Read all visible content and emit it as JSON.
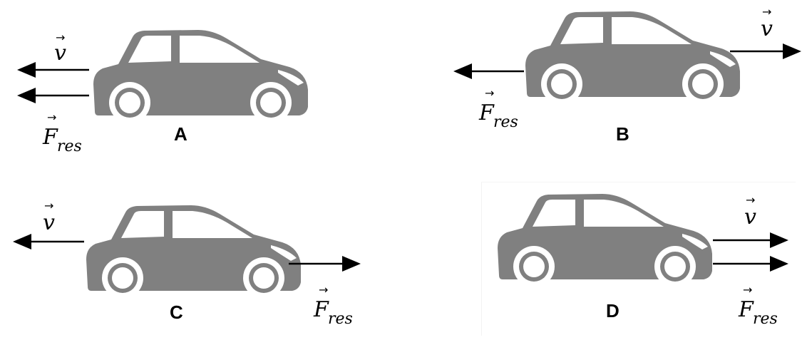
{
  "symbols": {
    "velocity": "v",
    "force": "F",
    "force_subscript": "res",
    "vector_mark": "→"
  },
  "panels": [
    {
      "id": "A",
      "label": "A",
      "velocity_direction": "left",
      "force_direction": "left"
    },
    {
      "id": "B",
      "label": "B",
      "velocity_direction": "right",
      "force_direction": "left"
    },
    {
      "id": "C",
      "label": "C",
      "velocity_direction": "left",
      "force_direction": "right"
    },
    {
      "id": "D",
      "label": "D",
      "velocity_direction": "right",
      "force_direction": "right"
    }
  ],
  "colors": {
    "car": "#808080",
    "arrow": "#000000",
    "background": "#ffffff"
  }
}
